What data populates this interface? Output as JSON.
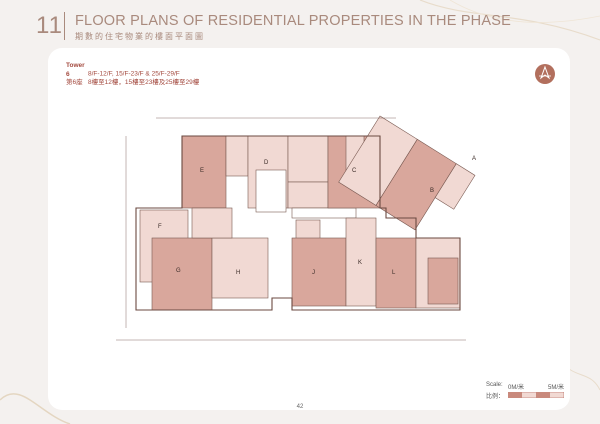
{
  "header": {
    "section_number": "11",
    "title_en": "FLOOR PLANS OF RESIDENTIAL PROPERTIES IN THE PHASE",
    "title_zh": "期數的住宅物業的樓面平面圖"
  },
  "tower": {
    "label_en": "Tower 6",
    "floors_en": "8/F-12/F, 15/F-23/F & 25/F-29/F",
    "label_zh": "第6座",
    "floors_zh": "8樓至12樓，15樓至23樓及25樓至29樓"
  },
  "compass": {
    "icon": "north-arrow-icon"
  },
  "plan": {
    "flat_labels": [
      "A",
      "B",
      "C",
      "D",
      "E",
      "F",
      "G",
      "H",
      "J",
      "K",
      "L"
    ]
  },
  "scale": {
    "label_en": "Scale:",
    "label_zh": "比例：",
    "start": "0M/米",
    "end": "5M/米"
  },
  "page_number": "42",
  "colors": {
    "accent": "#a98a7d",
    "tower_text": "#a3493e",
    "flat_fill": "#d9a79c",
    "flat_fill_light": "#f1d9d3",
    "compass_fill": "#b26f5d"
  }
}
